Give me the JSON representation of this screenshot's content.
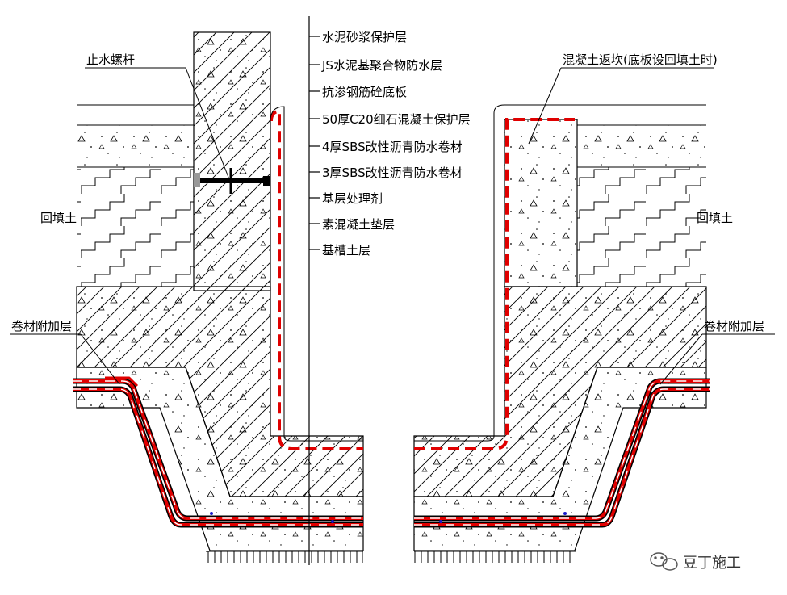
{
  "diagram": {
    "layer_labels": [
      "水泥砂浆保护层",
      "JS水泥基聚合物防水层",
      "抗渗钢筋砼底板",
      "50厚C20细石混凝土保护层",
      "4厚SBS改性沥青防水卷材",
      "3厚SBS改性沥青防水卷材",
      "基层处理剂",
      "素混凝土垫层",
      "基槽土层"
    ],
    "callouts": {
      "water_stop_bolt": "止水螺杆",
      "backfill_left": "回填土",
      "backfill_right": "回填土",
      "additional_layer_left": "卷材附加层",
      "additional_layer_right": "卷材附加层",
      "concrete_curb": "混凝土返坎(底板设回填土时)"
    },
    "watermark": "豆丁施工",
    "colors": {
      "line": "#000000",
      "membrane": "#e00000",
      "accent": "#1a1acc",
      "background": "#ffffff"
    }
  }
}
